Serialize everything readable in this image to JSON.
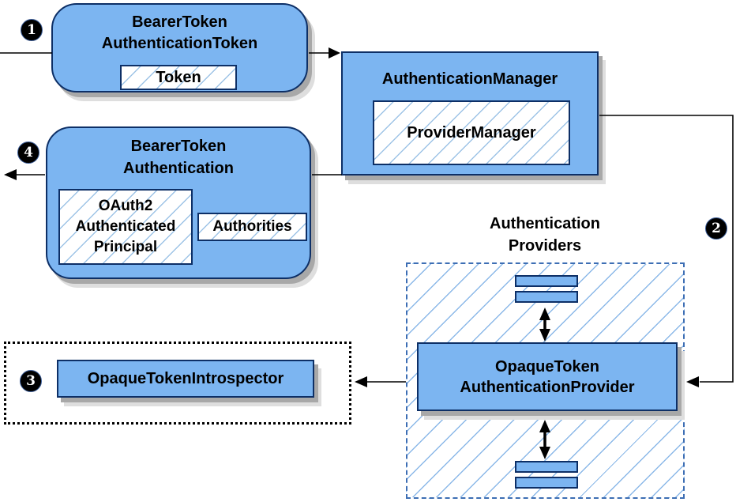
{
  "badges": {
    "step1": "1",
    "step2": "2",
    "step3": "3",
    "step4": "4"
  },
  "nodes": {
    "bearer_token_authentication_token": {
      "title": "BearerToken\nAuthenticationToken",
      "field": "Token"
    },
    "authentication_manager": {
      "title": "AuthenticationManager",
      "field": "ProviderManager"
    },
    "bearer_token_authentication": {
      "title": "BearerToken\nAuthentication",
      "principal": "OAuth2\nAuthenticated\nPrincipal",
      "authorities": "Authorities"
    },
    "providers_group": {
      "title": "Authentication\nProviders"
    },
    "opaque_token_authentication_provider": {
      "title": "OpaqueToken\nAuthenticationProvider"
    },
    "opaque_token_introspector": {
      "label": "OpaqueTokenIntrospector"
    }
  },
  "colors": {
    "node_fill": "#7cb5f1",
    "node_border": "#0d2f66",
    "hatch_line": "#9dc3e6",
    "region_hatch_line": "#8bb8e8",
    "region_border": "#3d6eb4",
    "arrow": "#000000",
    "badge_fill": "#000000",
    "badge_text": "#ffffff",
    "shadow": "#a8a8a8"
  }
}
